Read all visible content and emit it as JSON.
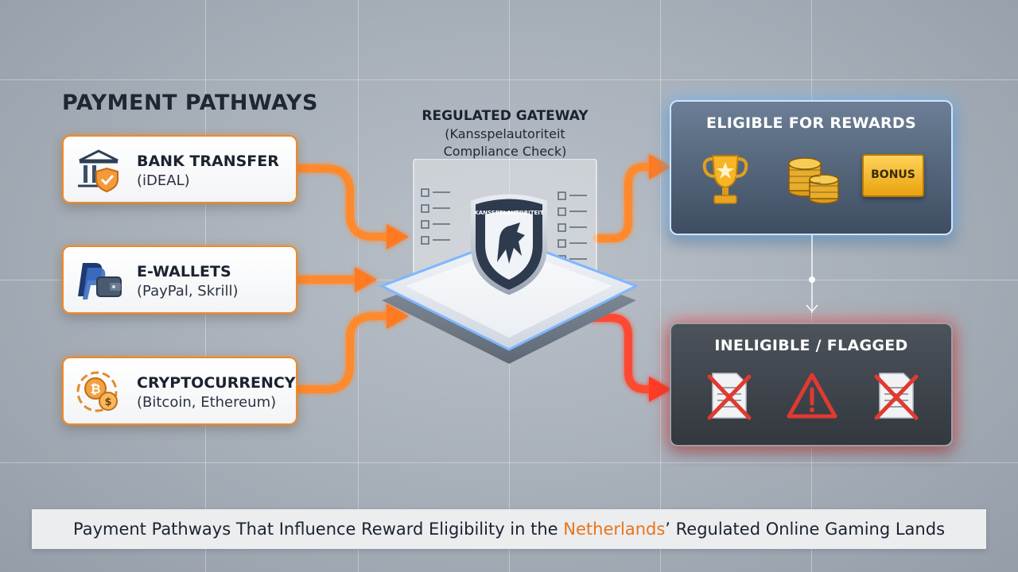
{
  "section_title": "PAYMENT PATHWAYS",
  "payment_methods": [
    {
      "name": "BANK TRANSFER",
      "sub": "(iDEAL)",
      "icon": "bank-shield-icon"
    },
    {
      "name": "E-WALLETS",
      "sub": "(PayPal, Skrill)",
      "icon": "wallet-icon"
    },
    {
      "name": "CRYPTOCURRENCY",
      "sub": "(Bitcoin, Ethereum)",
      "icon": "crypto-coins-icon"
    }
  ],
  "gateway": {
    "title": "REGULATED GATEWAY",
    "sub_line1": "(Kansspelautoriteit",
    "sub_line2": "Compliance Check)",
    "badge_text": "KANSSPELAUTORITEIT",
    "icon": "lion-shield-icon"
  },
  "eligible": {
    "title": "ELIGIBLE FOR REWARDS",
    "bonus_label": "BONUS",
    "icons": [
      "trophy-icon",
      "chip-stack-icon",
      "bonus-ticket-icon"
    ]
  },
  "flagged": {
    "title": "INELIGIBLE / FLAGGED",
    "icons": [
      "rejected-document-icon",
      "warning-triangle-icon",
      "rejected-document-icon"
    ]
  },
  "caption": {
    "before": "Payment Pathways That Influence Reward Eligibility in the ",
    "accent": "Netherlands",
    "after": "’ Regulated Online Gaming Lands"
  },
  "colors": {
    "accent_orange": "#f08a24",
    "eligible_glow": "#78beff",
    "flagged_glow": "#ff463c",
    "caption_accent": "#e8741c"
  }
}
